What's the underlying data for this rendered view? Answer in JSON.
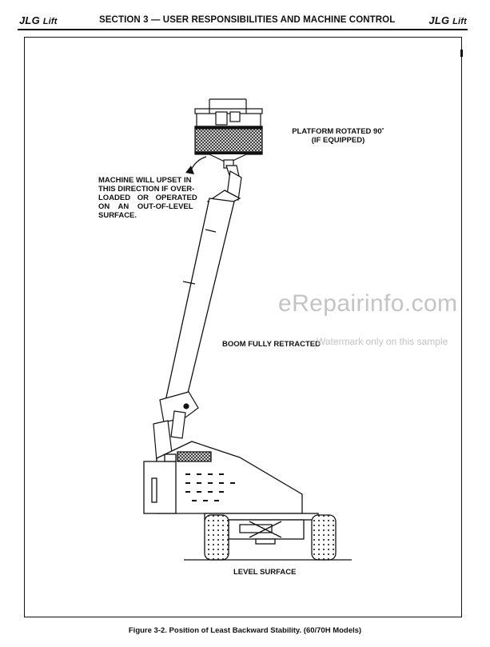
{
  "header": {
    "brand_left": "JLG",
    "brand_left_small": "Lift",
    "section_title": "SECTION 3 — USER RESPONSIBILITIES AND MACHINE CONTROL",
    "brand_right": "JLG",
    "brand_right_small": "Lift"
  },
  "figure": {
    "label_platform_1": "PLATFORM ROTATED 90˚",
    "label_platform_2": "(IF EQUIPPED)",
    "label_upset_1": "MACHINE WILL UPSET IN",
    "label_upset_2": "THIS DIRECTION IF OVER-",
    "label_upset_3": "LOADED OR OPERATED",
    "label_upset_4": "ON AN OUT-OF-LEVEL",
    "label_upset_5": "SURFACE.",
    "label_boom": "BOOM FULLY RETRACTED",
    "label_level": "LEVEL SURFACE"
  },
  "watermark": {
    "main": "eRepairinfo.com",
    "sub": "Watermark only on this sample"
  },
  "caption": "Figure 3-2. Position of Least Backward Stability. (60/70H Models)"
}
